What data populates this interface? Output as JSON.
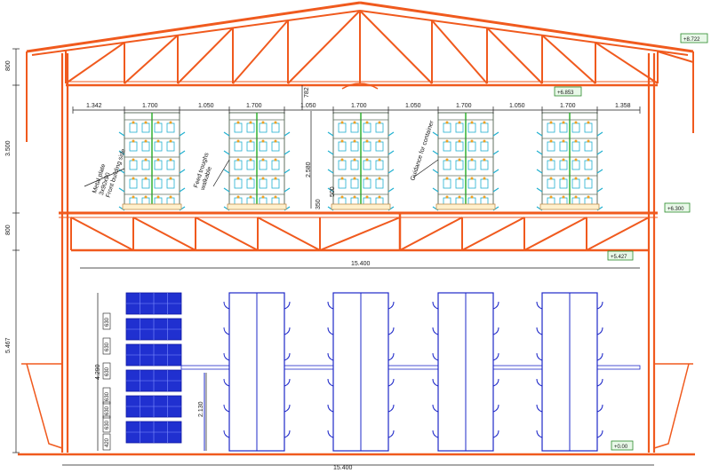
{
  "drawing": {
    "top_dims": [
      "1.342",
      "1.700",
      "1.050",
      "1.700",
      "1.050",
      "1.700",
      "1.050",
      "1.700",
      "1.050",
      "1.700",
      "1.358"
    ],
    "left_dims": [
      "800",
      "3.500",
      "800",
      "5.467"
    ],
    "span_mid": "15.400",
    "span_bottom": "15.400",
    "apex_dim": "782",
    "cage_height_dim": "2.580",
    "cage_base_dims": [
      "350",
      "500"
    ],
    "lower_heights": [
      "4.290",
      "2.130"
    ],
    "lower_tier_marks": [
      "630",
      "630",
      "630",
      "630",
      "630",
      "630",
      "420"
    ],
    "levels": [
      "+8.722",
      "+6.853",
      "+6.300",
      "+5.427",
      "+0.00"
    ],
    "notes": {
      "metal_plate": "Metal plate\n3x90x90\nFront building side",
      "feed_troughs": "Feed troughs\nwalkable",
      "guidance": "Guidance for container"
    },
    "colors": {
      "truss": "#f05a1e",
      "cages_upper": "#607060",
      "cages_lower": "#1e28c8",
      "feeder": "#20b0d0",
      "green": "#30b030",
      "dims": "#1a1a1a"
    }
  }
}
